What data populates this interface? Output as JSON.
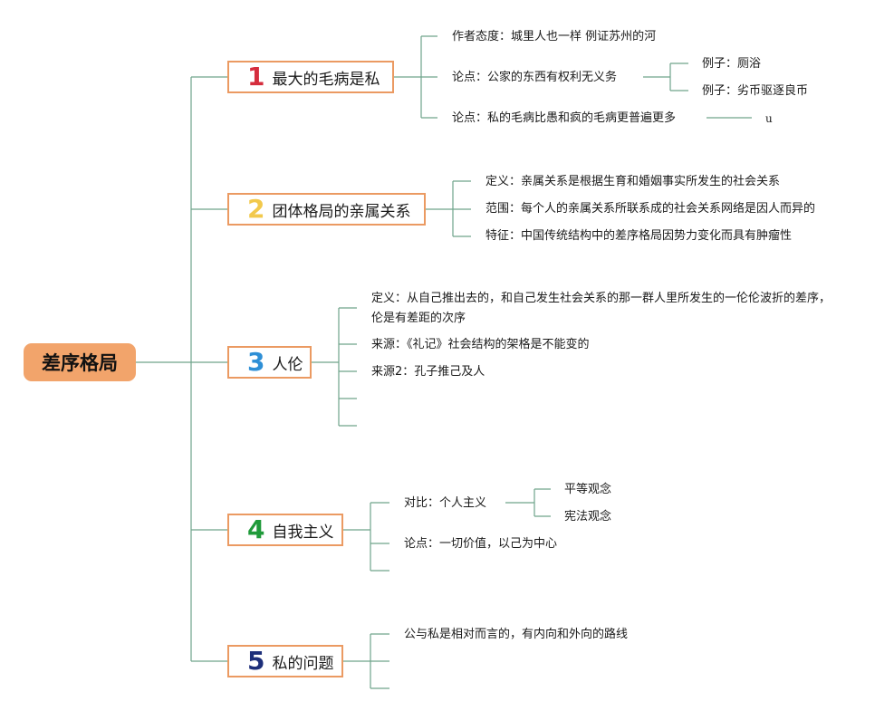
{
  "root": {
    "label": "差序格局"
  },
  "topics": [
    {
      "num": "1",
      "num_color": "#d52d3d",
      "label": "最大的毛病是私",
      "children": [
        {
          "text": "作者态度：城里人也一样 例证苏州的河"
        },
        {
          "text": "论点：公家的东西有权利无义务",
          "children": [
            {
              "text": "例子：厕浴"
            },
            {
              "text": "例子：劣币驱逐良币"
            }
          ]
        },
        {
          "text": "论点：私的毛病比愚和疯的毛病更普遍更多",
          "children": [
            {
              "text": "u"
            }
          ]
        }
      ]
    },
    {
      "num": "2",
      "num_color": "#f2c94c",
      "label": "团体格局的亲属关系",
      "children": [
        {
          "text": "定义：亲属关系是根据生育和婚姻事实所发生的社会关系"
        },
        {
          "text": "范围：每个人的亲属关系所联系成的社会关系网络是因人而异的"
        },
        {
          "text": "特征：中国传统结构中的差序格局因势力变化而具有肿瘤性"
        }
      ]
    },
    {
      "num": "3",
      "num_color": "#2e8fd6",
      "label": "人伦",
      "children": [
        {
          "text": "定义：从自己推出去的，和自己发生社会关系的那一群人里所发生的一伦伦波折的差序，伦是有差距的次序"
        },
        {
          "text": "来源：《礼记》社会结构的架格是不能变的"
        },
        {
          "text": "来源2：孔子推己及人"
        },
        {
          "text": ""
        },
        {
          "text": ""
        }
      ]
    },
    {
      "num": "4",
      "num_color": "#1f9a3a",
      "label": "自我主义",
      "children": [
        {
          "text": "对比：个人主义",
          "children": [
            {
              "text": "平等观念"
            },
            {
              "text": "宪法观念"
            }
          ]
        },
        {
          "text": "论点：一切价值，以己为中心"
        },
        {
          "text": ""
        }
      ]
    },
    {
      "num": "5",
      "num_color": "#1d2f7a",
      "label": "私的问题",
      "children": [
        {
          "text": "公与私是相对而言的，有内向和外向的路线"
        },
        {
          "text": ""
        },
        {
          "text": ""
        }
      ]
    }
  ],
  "colors": {
    "line": "#6fa48b",
    "topic_border": "#eb9a62",
    "root_fill": "#f2a46b"
  }
}
